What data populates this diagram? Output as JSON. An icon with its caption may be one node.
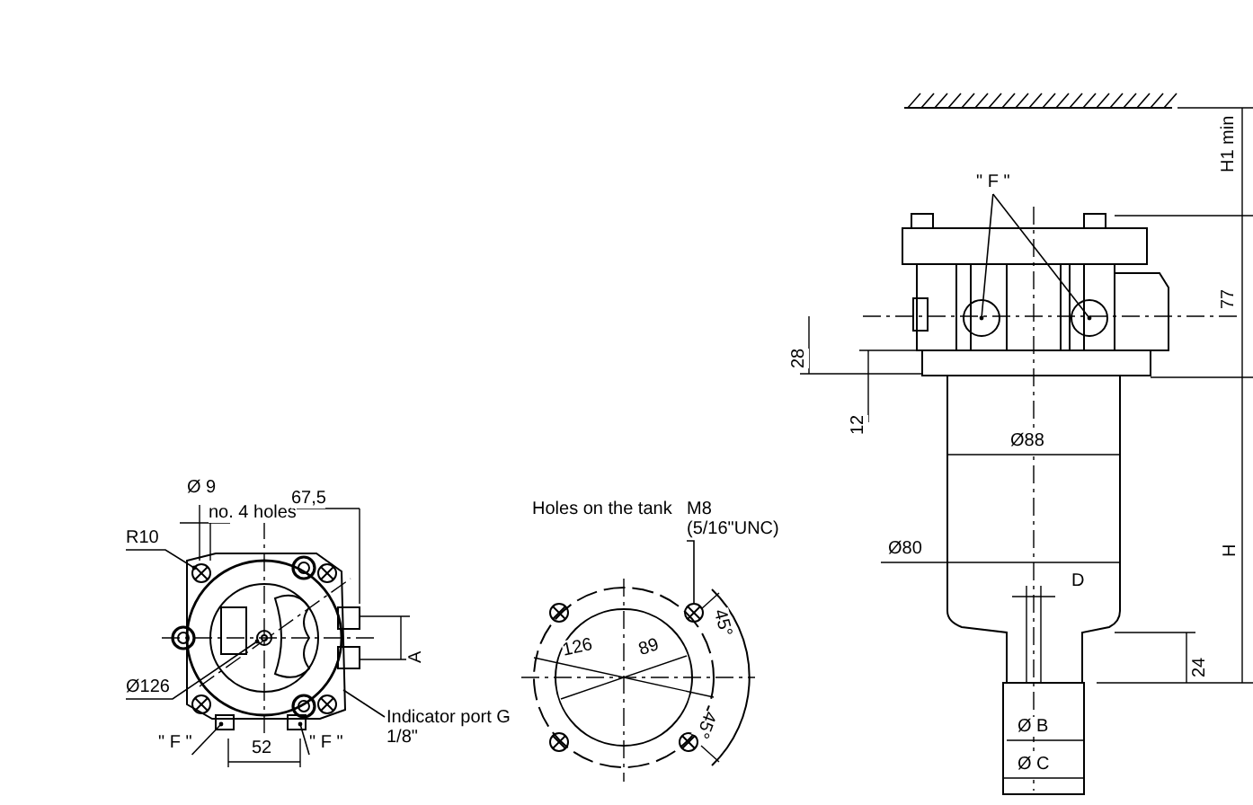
{
  "diagram": {
    "nodes": [
      {
        "text": [
          "R10"
        ]
      },
      {
        "text": [
          "Ø126"
        ]
      },
      {
        "text": [
          "\" F \""
        ]
      },
      {
        "text": [
          "\" F \""
        ]
      },
      {
        "text": [
          "Indicator port G 1/8\""
        ]
      },
      {
        "text": [
          "M8 (5/16\"UNC)"
        ]
      },
      {
        "text": [
          "\" F \""
        ]
      },
      {
        "text": [],
        "shape": "circle"
      }
    ],
    "edges": [
      {
        "from": 0,
        "to": null,
        "arrow": "other"
      },
      {
        "from": 1,
        "to": null,
        "arrow": "other"
      },
      {
        "from": 2,
        "to": null,
        "arrow": "other"
      },
      {
        "from": 3,
        "to": null,
        "arrow": "other"
      },
      {
        "from": 4,
        "to": null,
        "arrow": "none"
      },
      {
        "from": 5,
        "to": 7,
        "arrow": "none"
      },
      {
        "from": 6,
        "to": null,
        "arrow": "other"
      },
      {
        "from": 6,
        "to": null,
        "arrow": "other"
      }
    ],
    "labels": [
      "Ø 9",
      "no. 4 holes",
      "67,5",
      "A",
      "52",
      "Holes on the tank",
      "126",
      "89",
      "45°",
      "45°",
      "H1 min",
      "77",
      "28",
      "12",
      "Ø88",
      "Ø80",
      "D",
      "H",
      "24",
      "Ø B",
      "Ø C"
    ]
  }
}
